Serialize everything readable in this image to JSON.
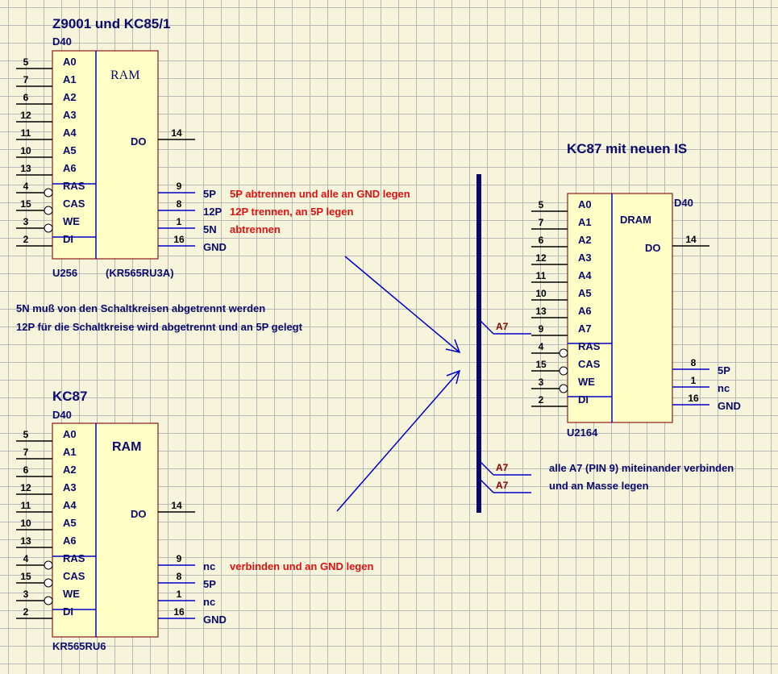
{
  "z9001": {
    "title": "Z9001 und KC85/1",
    "ref": "D40",
    "chip_label": "RAM",
    "left_pins": [
      {
        "num": "5",
        "label": "A0"
      },
      {
        "num": "7",
        "label": "A1"
      },
      {
        "num": "6",
        "label": "A2"
      },
      {
        "num": "12",
        "label": "A3"
      },
      {
        "num": "11",
        "label": "A4"
      },
      {
        "num": "10",
        "label": "A5"
      },
      {
        "num": "13",
        "label": "A6"
      },
      {
        "num": "4",
        "label": "RAS"
      },
      {
        "num": "15",
        "label": "CAS"
      },
      {
        "num": "3",
        "label": "WE"
      },
      {
        "num": "2",
        "label": "DI"
      }
    ],
    "do_label": "DO",
    "do_pin": "14",
    "power_pins": [
      {
        "num": "9",
        "name": "5P",
        "note": "5P abtrennen und alle an GND legen"
      },
      {
        "num": "8",
        "name": "12P",
        "note": "12P trennen, an 5P legen"
      },
      {
        "num": "1",
        "name": "5N",
        "note": "abtrennen"
      },
      {
        "num": "16",
        "name": "GND",
        "note": ""
      }
    ],
    "part": "U256",
    "alt_part": "(KR565RU3A)"
  },
  "note_line1": "5N muß von den Schaltkreisen abgetrennt werden",
  "note_line2": "12P für die Schaltkreise wird abgetrennt und an 5P gelegt",
  "kc87": {
    "title": "KC87",
    "ref": "D40",
    "chip_label": "RAM",
    "left_pins": [
      {
        "num": "5",
        "label": "A0"
      },
      {
        "num": "7",
        "label": "A1"
      },
      {
        "num": "6",
        "label": "A2"
      },
      {
        "num": "12",
        "label": "A3"
      },
      {
        "num": "11",
        "label": "A4"
      },
      {
        "num": "10",
        "label": "A5"
      },
      {
        "num": "13",
        "label": "A6"
      },
      {
        "num": "4",
        "label": "RAS"
      },
      {
        "num": "15",
        "label": "CAS"
      },
      {
        "num": "3",
        "label": "WE"
      },
      {
        "num": "2",
        "label": "DI"
      }
    ],
    "do_label": "DO",
    "do_pin": "14",
    "power_pins": [
      {
        "num": "9",
        "name": "nc",
        "note": "verbinden und an GND legen"
      },
      {
        "num": "8",
        "name": "5P",
        "note": ""
      },
      {
        "num": "1",
        "name": "nc",
        "note": ""
      },
      {
        "num": "16",
        "name": "GND",
        "note": ""
      }
    ],
    "part": "KR565RU6"
  },
  "kc87_new": {
    "title": "KC87 mit neuen IS",
    "ref": "D40",
    "chip_label": "DRAM",
    "left_pins": [
      {
        "num": "5",
        "label": "A0"
      },
      {
        "num": "7",
        "label": "A1"
      },
      {
        "num": "6",
        "label": "A2"
      },
      {
        "num": "12",
        "label": "A3"
      },
      {
        "num": "11",
        "label": "A4"
      },
      {
        "num": "10",
        "label": "A5"
      },
      {
        "num": "13",
        "label": "A6"
      },
      {
        "num": "9",
        "label": "A7"
      },
      {
        "num": "4",
        "label": "RAS"
      },
      {
        "num": "15",
        "label": "CAS"
      },
      {
        "num": "3",
        "label": "WE"
      },
      {
        "num": "2",
        "label": "DI"
      }
    ],
    "do_label": "DO",
    "do_pin": "14",
    "power_pins": [
      {
        "num": "8",
        "name": "5P"
      },
      {
        "num": "1",
        "name": "nc"
      },
      {
        "num": "16",
        "name": "GND"
      }
    ],
    "part": "U2164"
  },
  "bus": {
    "entries": [
      "A7",
      "A7",
      "A7"
    ],
    "note_line1": "alle A7 (PIN 9) miteinander verbinden",
    "note_line2": "und an Masse legen"
  }
}
